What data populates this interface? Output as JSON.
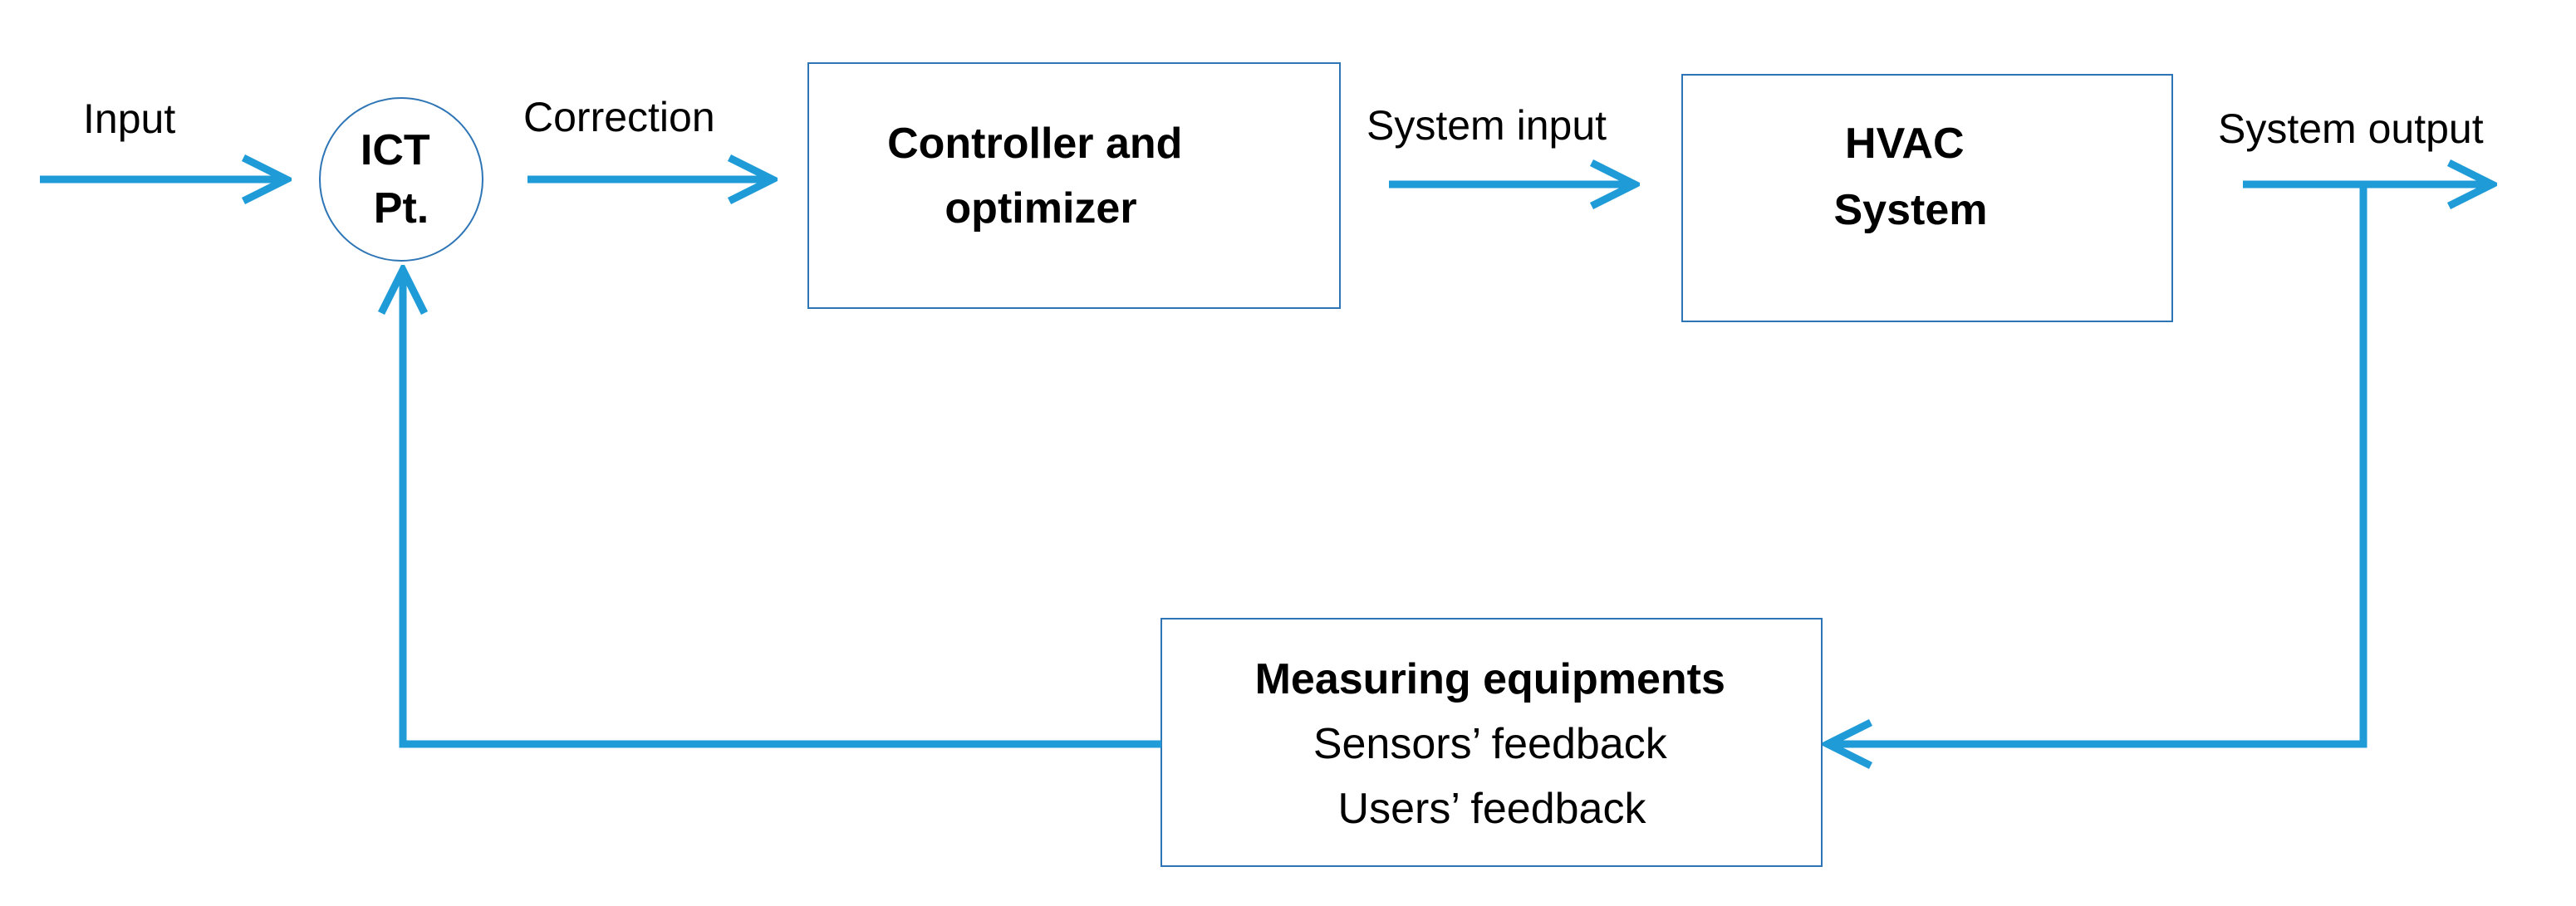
{
  "colors": {
    "arrow": "#1f9bd7",
    "box_border": "#2e75b6",
    "text": "#000000",
    "background": "#ffffff"
  },
  "edge_labels": {
    "input": "Input",
    "correction": "Correction",
    "system_input": "System input",
    "system_output": "System output"
  },
  "nodes": {
    "summing_point": {
      "line1": "ICT",
      "line2": "Pt."
    },
    "controller": {
      "line1": "Controller and",
      "line2": "optimizer"
    },
    "hvac": {
      "line1": "HVAC",
      "line2": "System"
    },
    "measuring": {
      "title": "Measuring equipments",
      "line2": "Sensors’ feedback",
      "line3": "Users’ feedback"
    }
  }
}
